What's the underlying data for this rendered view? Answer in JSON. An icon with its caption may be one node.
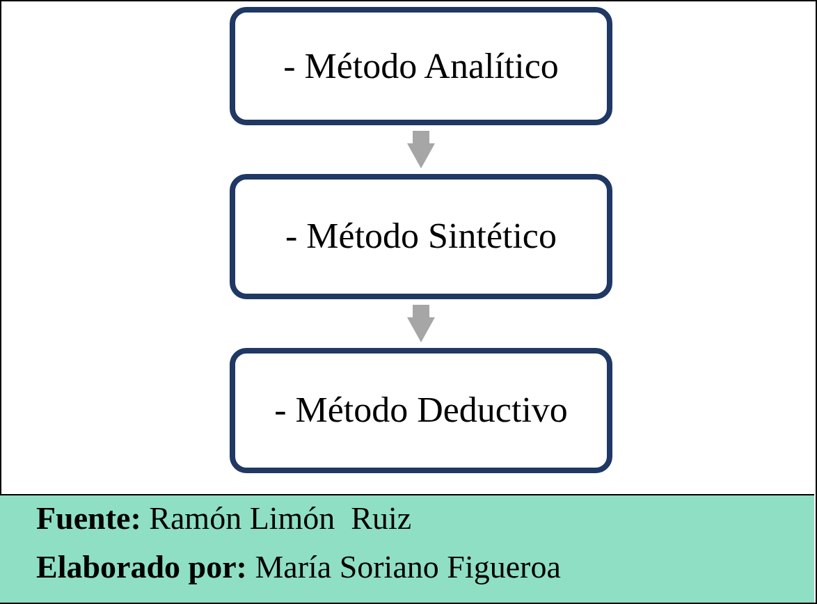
{
  "diagram": {
    "nodes": [
      {
        "text": [
          "- Método Analítico"
        ]
      },
      {
        "text": [
          "- Método Sintético"
        ]
      },
      {
        "text": [
          "- Método Deductivo"
        ]
      }
    ],
    "edges": [
      {
        "from": 0,
        "to": 1,
        "arrow": "to"
      },
      {
        "from": 1,
        "to": 2,
        "arrow": "to"
      }
    ],
    "labels": [
      "**Fuente:** Ramón Limón  Ruiz",
      "**Elaborado por:** María Soriano Figueroa"
    ]
  }
}
